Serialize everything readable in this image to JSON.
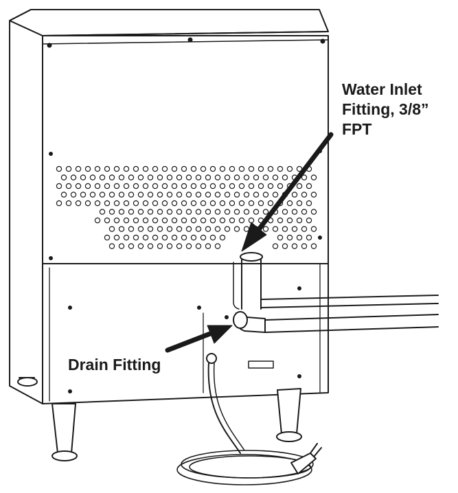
{
  "labels": {
    "water_inlet_line1": "Water  Inlet",
    "water_inlet_line2": "Fitting, 3/8”",
    "water_inlet_line3": "FPT",
    "drain_fitting": "Drain Fitting"
  },
  "colors": {
    "stroke": "#1a1a1a",
    "fill": "#ffffff",
    "text": "#1a1a1a"
  }
}
